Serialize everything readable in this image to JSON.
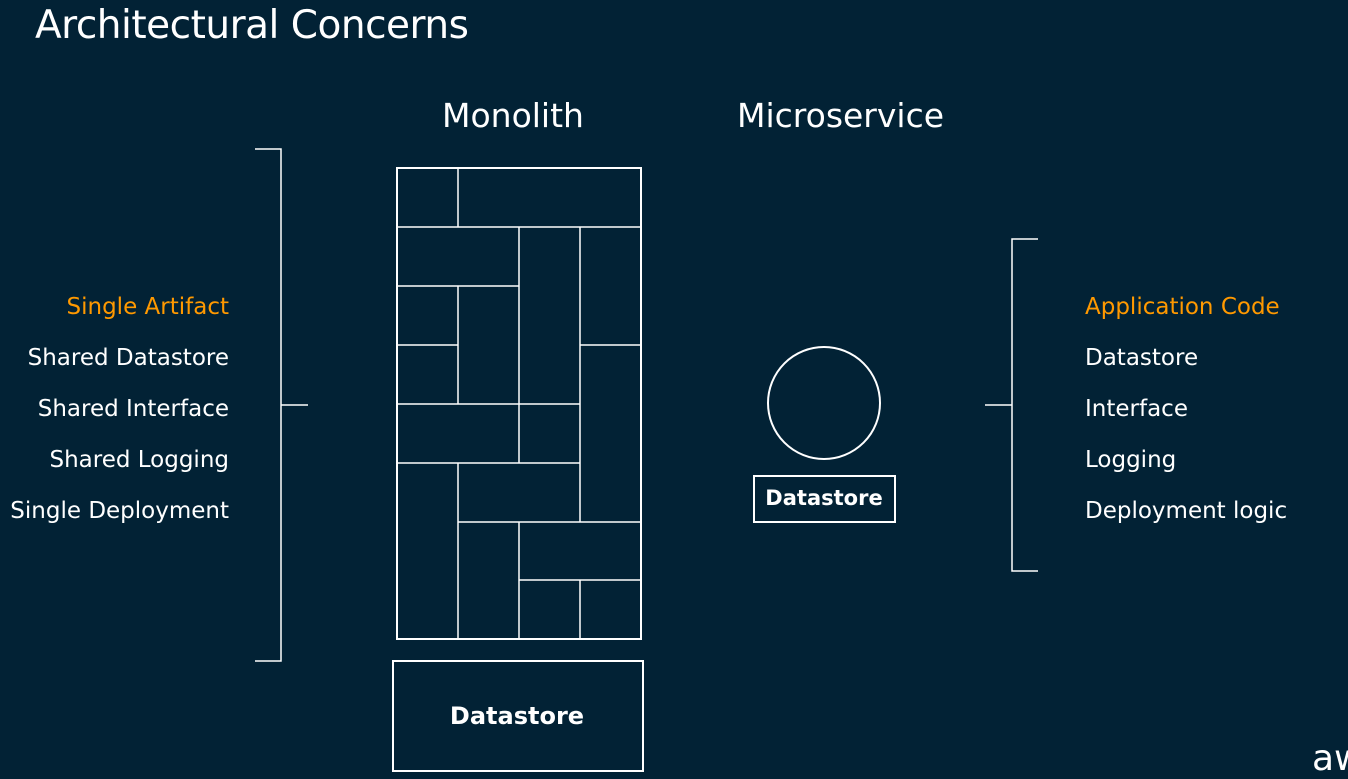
{
  "slide": {
    "title": "Architectural Concerns",
    "monolith_heading": "Monolith",
    "microservice_heading": "Microservice",
    "monolith_datastore": "Datastore",
    "microservice_datastore": "Datastore",
    "brand": "aw"
  },
  "left_list": {
    "items": [
      "Single Artifact",
      "Shared Datastore",
      "Shared Interface",
      "Shared Logging",
      "Single Deployment"
    ],
    "highlight_color": "#ff9900"
  },
  "right_list": {
    "items": [
      "Application Code",
      "Datastore",
      "Interface",
      "Logging",
      "Deployment logic"
    ],
    "highlight_color": "#ff9900"
  },
  "colors": {
    "background": "#022235",
    "foreground": "#ffffff",
    "accent": "#ff9900"
  }
}
